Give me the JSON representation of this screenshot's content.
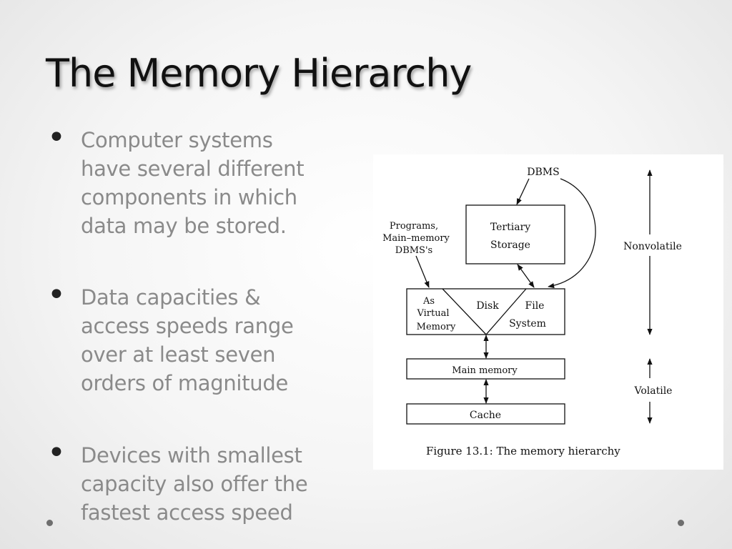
{
  "slide": {
    "title": "The Memory Hierarchy",
    "bullets": [
      "Computer systems\nhave several different\ncomponents in which\ndata may be stored.",
      "Data capacities &\naccess speeds range\nover at least seven\norders of magnitude",
      "Devices with smallest\ncapacity also offer the\nfastest access speed"
    ],
    "bullet_marker": "•"
  },
  "figure": {
    "dbms_label": "DBMS",
    "programs_label": [
      "Programs,",
      "Main–memory",
      "DBMS's"
    ],
    "tertiary_label": [
      "Tertiary",
      "Storage"
    ],
    "virtual_memory_label": [
      "As",
      "Virtual",
      "Memory"
    ],
    "disk_label": "Disk",
    "file_system_label": [
      "File",
      "System"
    ],
    "main_memory_label": "Main memory",
    "cache_label": "Cache",
    "nonvolatile_label": "Nonvolatile",
    "volatile_label": "Volatile",
    "caption": "Figure 13.1: The memory hierarchy"
  }
}
